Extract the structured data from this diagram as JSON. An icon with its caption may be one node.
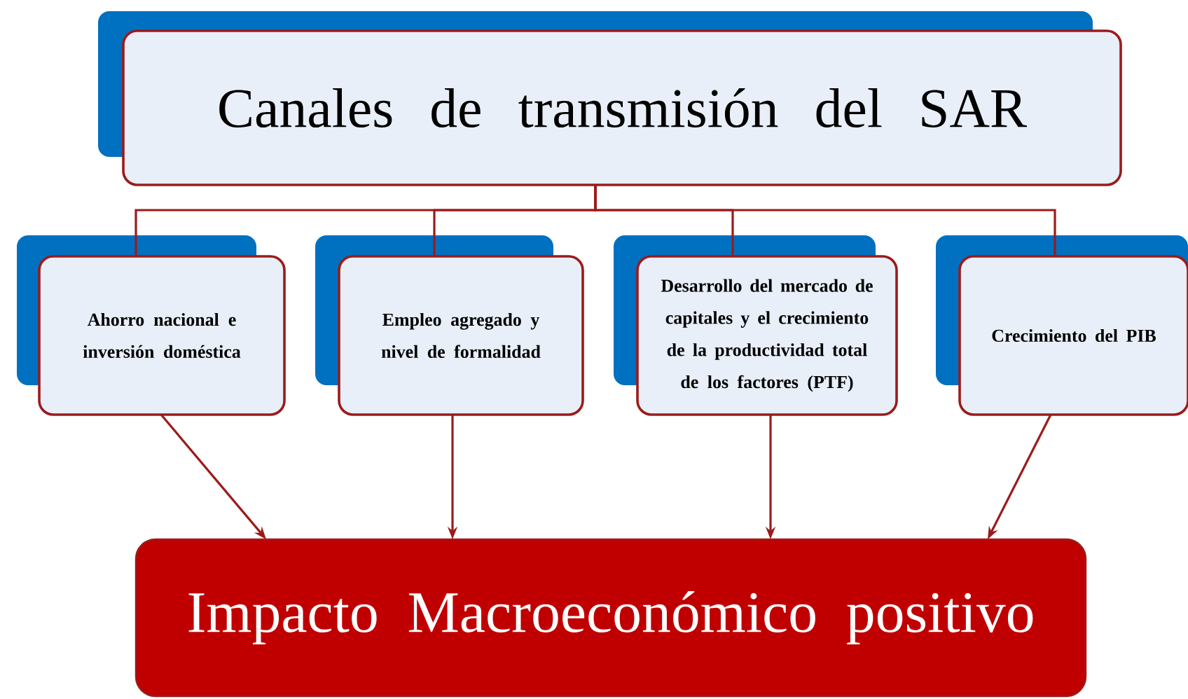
{
  "diagram": {
    "nodes": [
      {
        "text": [
          "Canales de transmisión del SAR"
        ]
      },
      {
        "text": [
          "Ahorro nacional e inversión doméstica"
        ]
      },
      {
        "text": [
          "Empleo agregado y nivel de formalidad"
        ]
      },
      {
        "text": [
          "Desarrollo del mercado de capitales y el crecimiento de la productividad total de los factores (PTF)"
        ]
      },
      {
        "text": [
          "Crecimiento del PIB"
        ]
      },
      {
        "text": [
          "Impacto Macroeconómico positivo"
        ]
      }
    ],
    "edges": [
      {
        "from": 0,
        "to": 1,
        "arrow": "none"
      },
      {
        "from": 0,
        "to": 2,
        "arrow": "none"
      },
      {
        "from": 0,
        "to": 3,
        "arrow": "none"
      },
      {
        "from": 0,
        "to": 4,
        "arrow": "none"
      },
      {
        "from": 1,
        "to": 5,
        "arrow": "to"
      },
      {
        "from": 2,
        "to": 5,
        "arrow": "to"
      },
      {
        "from": 3,
        "to": 5,
        "arrow": "to"
      },
      {
        "from": 4,
        "to": 5,
        "arrow": "to"
      }
    ]
  }
}
